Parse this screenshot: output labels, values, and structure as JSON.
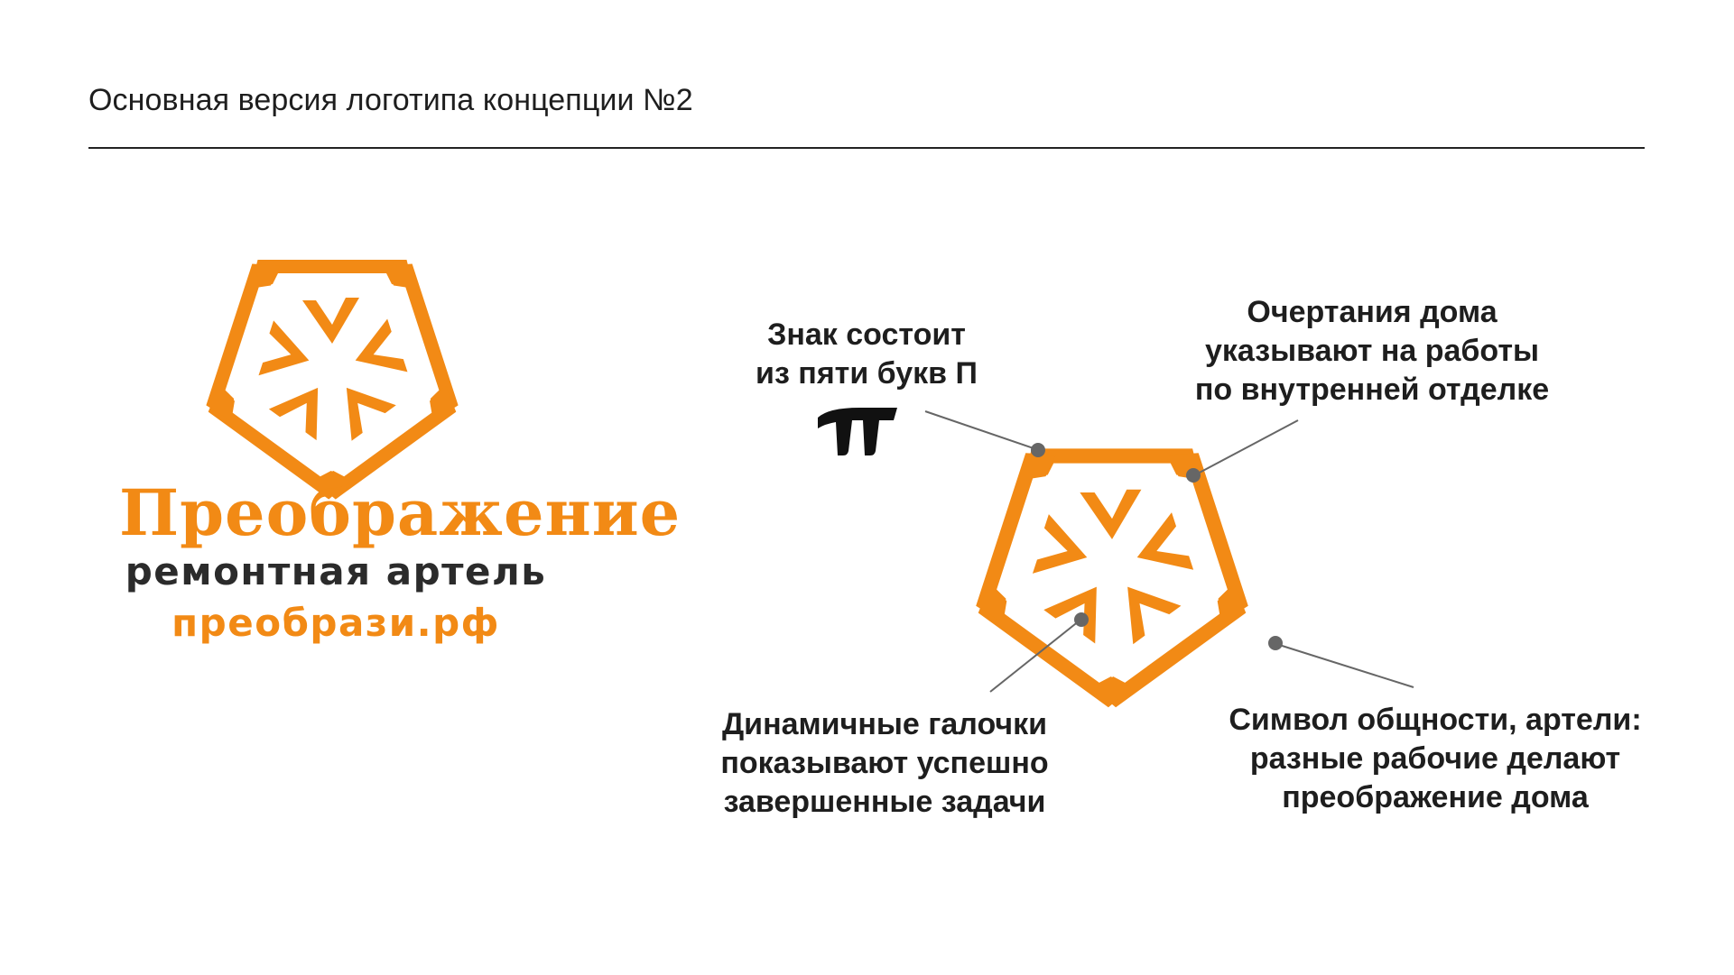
{
  "page_title": "Основная версия логотипа концепции №2",
  "brand": {
    "name": "Преображение",
    "tagline": "ремонтная артель",
    "url": "преобрази.рф",
    "colors": {
      "primary": "#f28a15",
      "dark": "#2b2b2b",
      "connector": "#666666"
    }
  },
  "notes": {
    "five_letters": "Знак состоит\nиз пяти букв П",
    "house_outline": "Очертания дома\nуказывают на работы\nпо внутренней отделке",
    "checkmarks": "Динамичные галочки\nпоказывают успешно\nзавершенные задачи",
    "community": "Символ общности, артели:\nразные рабочие делают\nпреображение дома"
  },
  "icons": {
    "logo_mark": "pentagon-of-five-p-letters",
    "pi_glyph": "letter-p-glyph"
  }
}
